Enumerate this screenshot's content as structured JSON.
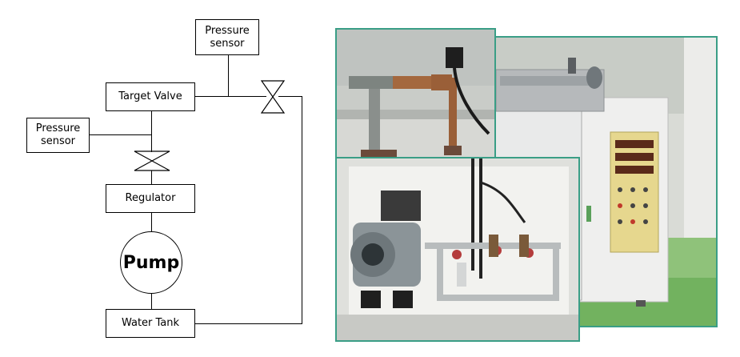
{
  "diagram": {
    "pressure_sensor_top": "Pressure\nsensor",
    "target_valve": "Target Valve",
    "pressure_sensor_left": "Pressure\nsensor",
    "regulator": "Regulator",
    "pump": "Pump",
    "water_tank": "Water Tank"
  },
  "colors": {
    "photo_border": "#3a9e86",
    "cabinet": "#e9eaea",
    "control_panel": "#e6d78e",
    "floor": "#7cc06a"
  }
}
